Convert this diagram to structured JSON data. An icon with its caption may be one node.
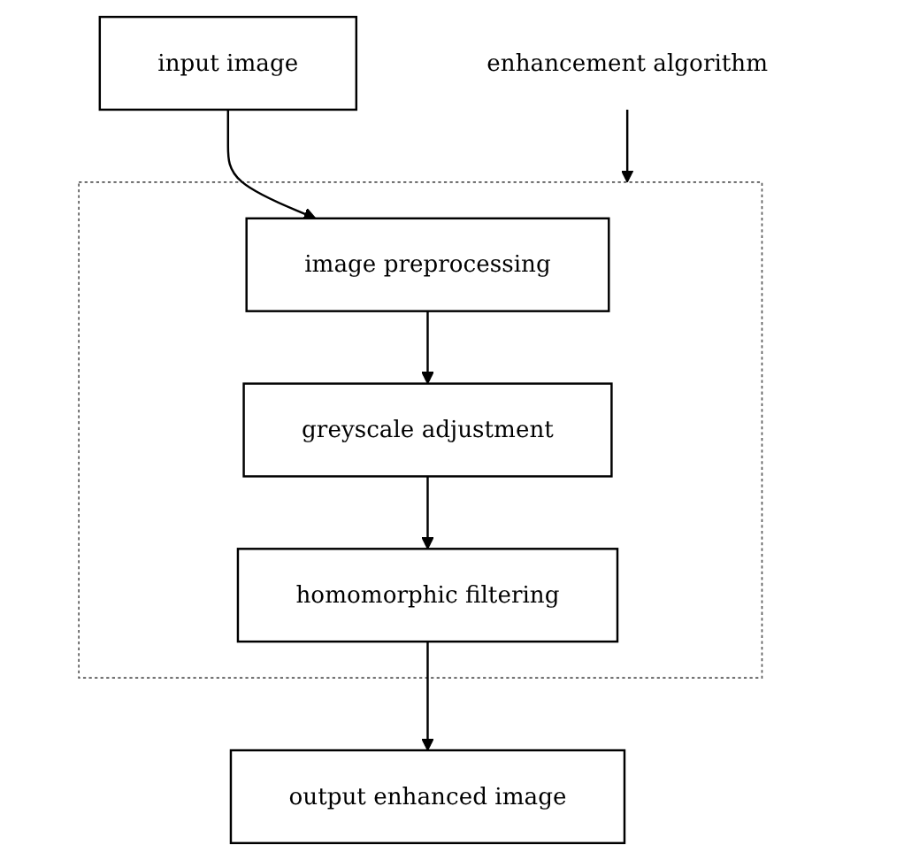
{
  "diagram": {
    "nodes": [
      {
        "text": [
          "input image"
        ]
      },
      {
        "text": [],
        "shape": "box"
      },
      {
        "text": [
          "image preprocessing"
        ],
        "in": 1
      },
      {
        "text": [
          "greyscale adjustment"
        ],
        "in": 1
      },
      {
        "text": [
          "homomorphic filtering"
        ],
        "in": 1
      },
      {
        "text": [
          "output enhanced image"
        ]
      },
      {
        "text": [
          "enhancement algorithm"
        ]
      }
    ],
    "edges": [
      {
        "from": 0,
        "to": 2,
        "arrow": "to"
      },
      {
        "from": 2,
        "to": 3,
        "arrow": "to"
      },
      {
        "from": 3,
        "to": 4,
        "arrow": "to"
      },
      {
        "from": 4,
        "to": 5,
        "arrow": "to"
      },
      {
        "from": 6,
        "to": 1,
        "arrow": "to"
      }
    ]
  }
}
